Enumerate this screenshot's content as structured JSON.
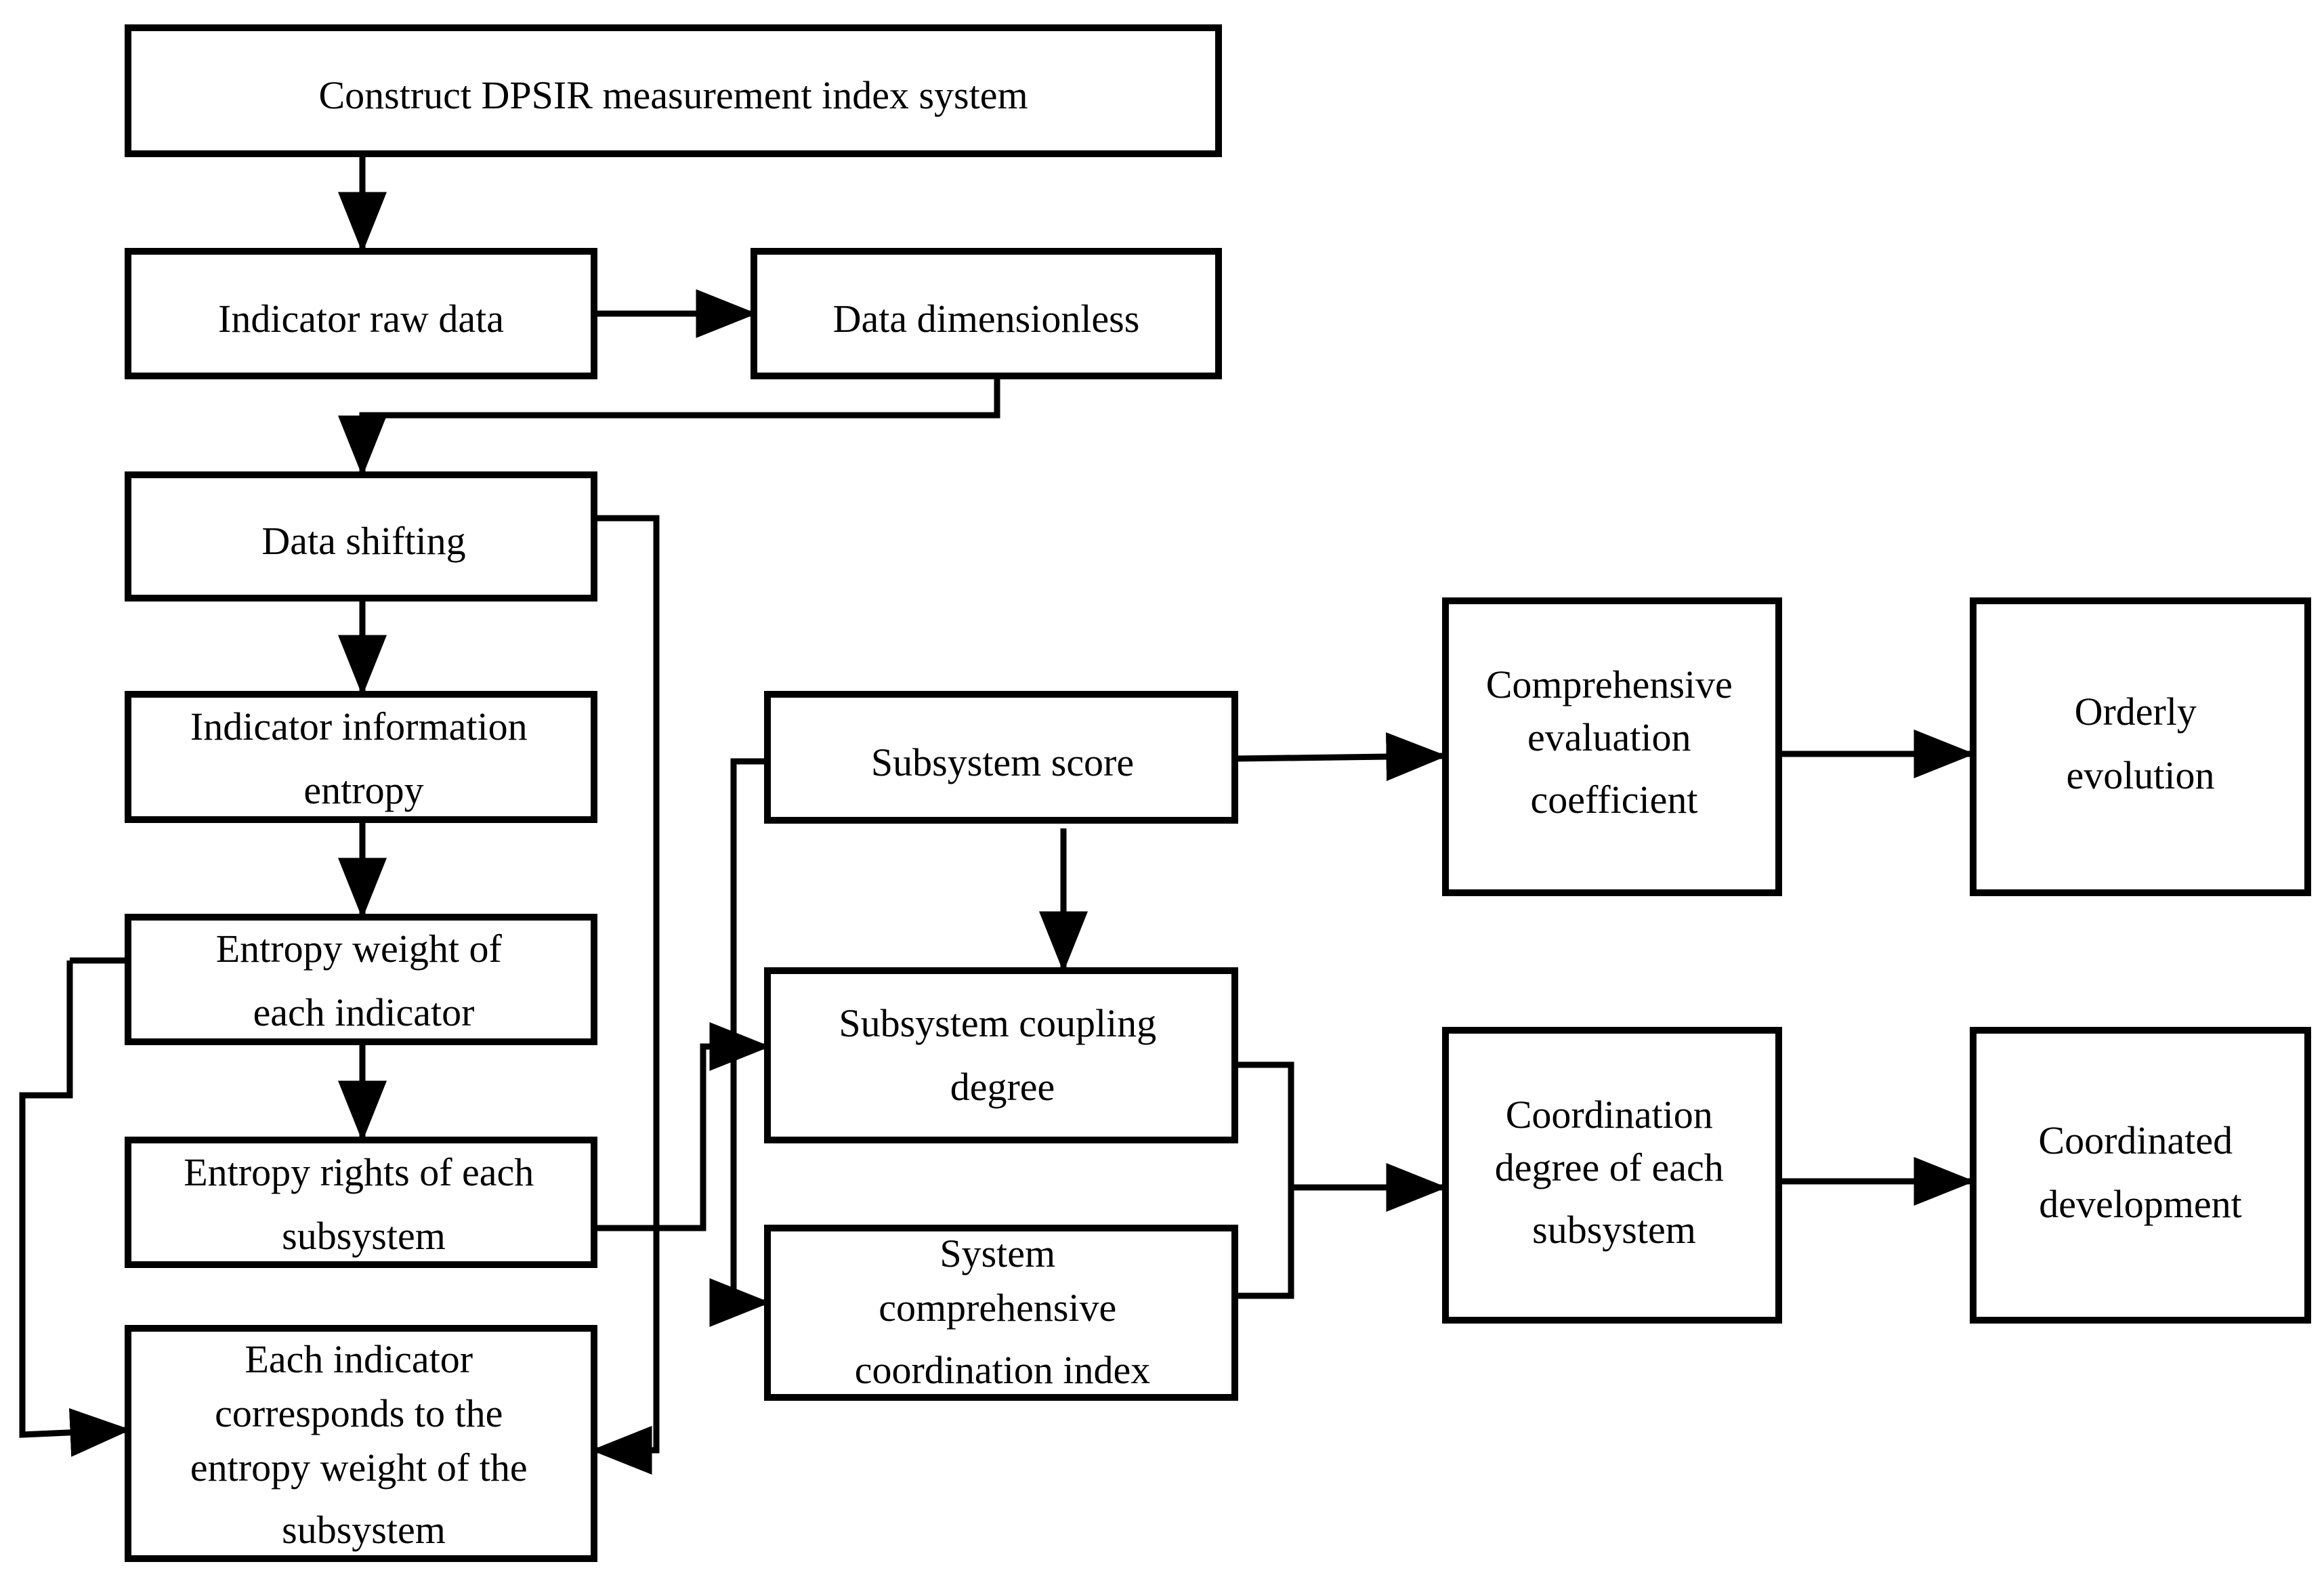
{
  "diagram": {
    "nodes": {
      "construct": {
        "lines": [
          "Construct DPSIR measurement index system"
        ]
      },
      "raw_data": {
        "lines": [
          "Indicator raw data"
        ]
      },
      "dimensionless": {
        "lines": [
          "Data dimensionless"
        ]
      },
      "shifting": {
        "lines": [
          "Data shifting"
        ]
      },
      "info_entropy": {
        "lines": [
          "Indicator information",
          "entropy"
        ]
      },
      "entropy_weight": {
        "lines": [
          "Entropy weight of",
          "each indicator"
        ]
      },
      "entropy_rights": {
        "lines": [
          "Entropy rights of each",
          "subsystem"
        ]
      },
      "each_indicator": {
        "lines": [
          "Each indicator",
          "corresponds to the",
          "entropy weight of the",
          "subsystem"
        ]
      },
      "subsystem_score": {
        "lines": [
          "Subsystem score"
        ]
      },
      "coupling": {
        "lines": [
          "Subsystem coupling",
          "degree"
        ]
      },
      "comprehensive_index": {
        "lines": [
          "System",
          "comprehensive",
          "coordination index"
        ]
      },
      "evaluation_coeff": {
        "lines": [
          "Comprehensive",
          "evaluation",
          "coefficient"
        ]
      },
      "orderly": {
        "lines": [
          "Orderly",
          "evolution"
        ]
      },
      "coordination_degree": {
        "lines": [
          "Coordination",
          "degree of each",
          "subsystem"
        ]
      },
      "coordinated_dev": {
        "lines": [
          "Coordinated",
          "development"
        ]
      }
    }
  }
}
